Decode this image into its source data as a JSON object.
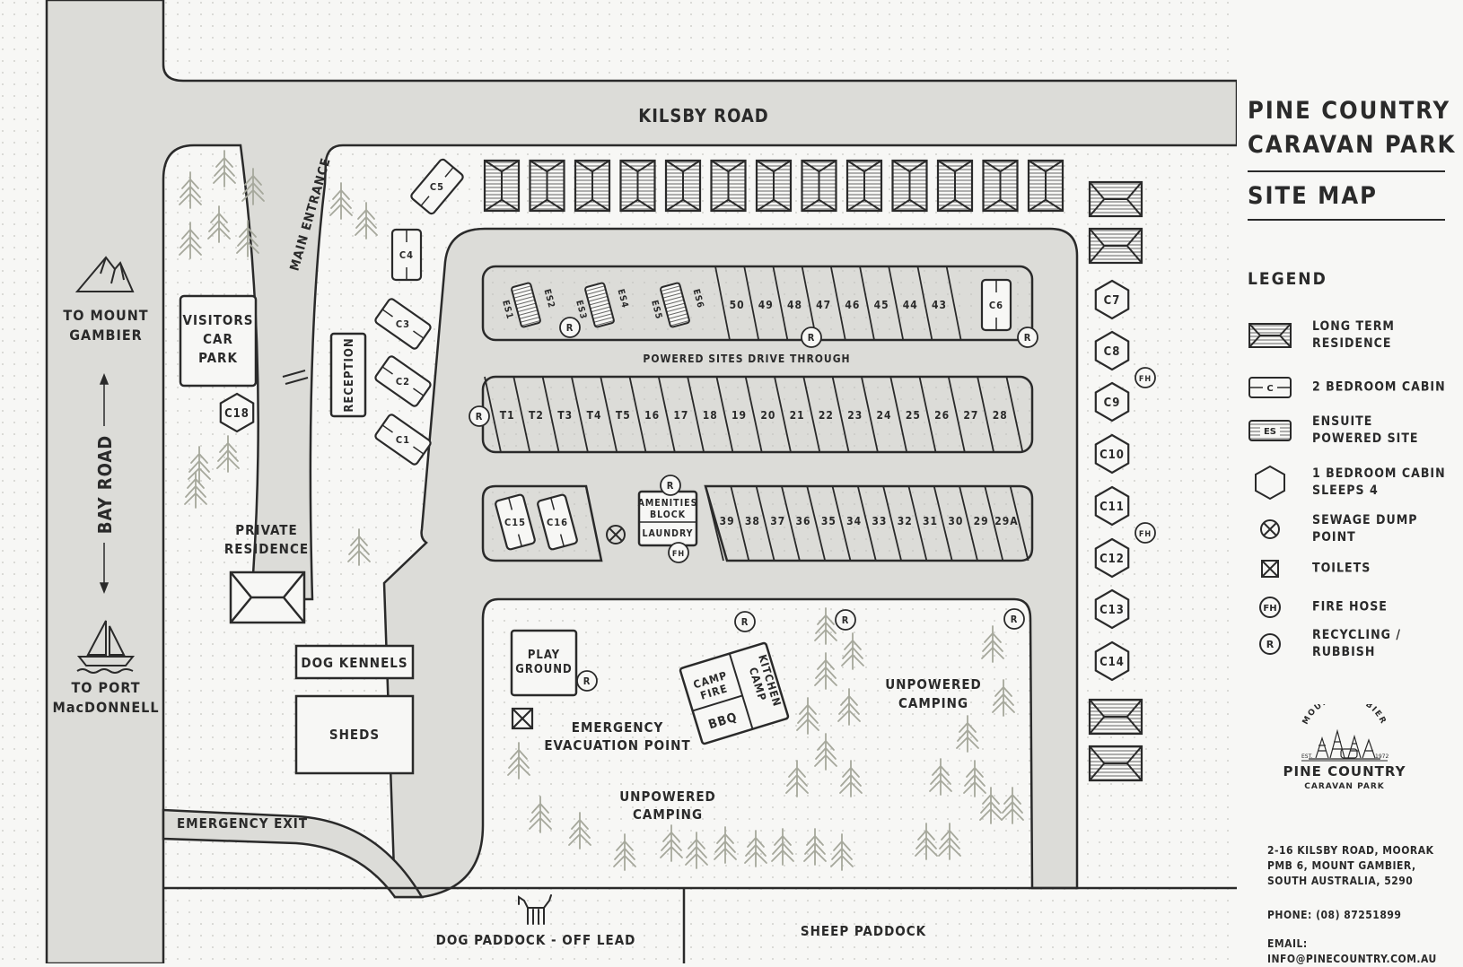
{
  "roads": {
    "kilsby_road": "KILSBY ROAD",
    "bay_road": "BAY ROAD",
    "main_entrance": "MAIN ENTRANCE",
    "emergency_exit": "EMERGENCY EXIT",
    "powered_sites_drive_through": "POWERED SITES DRIVE THROUGH"
  },
  "directions": {
    "mount_gambier_line1": "TO MOUNT",
    "mount_gambier_line2": "GAMBIER",
    "port_line1": "TO PORT",
    "port_line2": "MacDONNELL"
  },
  "areas": {
    "visitors_car_park": [
      "VISITORS",
      "CAR",
      "PARK"
    ],
    "reception": "RECEPTION",
    "private_residence": [
      "PRIVATE",
      "RESIDENCE"
    ],
    "dog_kennels": "DOG KENNELS",
    "sheds": "SHEDS",
    "play_ground": [
      "PLAY",
      "GROUND"
    ],
    "emergency_evacuation_point": [
      "EMERGENCY",
      "EVACUATION POINT"
    ],
    "unpowered_camping": [
      "UNPOWERED",
      "CAMPING"
    ],
    "camp_fire": [
      "CAMP",
      "FIRE"
    ],
    "camp_kitchen": [
      "CAMP",
      "KITCHEN"
    ],
    "bbq": "BBQ",
    "amenities": [
      "AMENITIES",
      "BLOCK",
      "LAUNDRY"
    ],
    "dog_paddock": "DOG PADDOCK - OFF LEAD",
    "sheep_paddock": "SHEEP PADDOCK"
  },
  "sites": {
    "row1_ensuite": [
      "ES1",
      "ES2",
      "ES3",
      "ES4",
      "ES5",
      "ES6"
    ],
    "row1_powered": [
      "50",
      "49",
      "48",
      "47",
      "46",
      "45",
      "44",
      "43"
    ],
    "row2": [
      "T1",
      "T2",
      "T3",
      "T4",
      "T5",
      "16",
      "17",
      "18",
      "19",
      "20",
      "21",
      "22",
      "23",
      "24",
      "25",
      "26",
      "27",
      "28"
    ],
    "row3": [
      "39",
      "38",
      "37",
      "36",
      "35",
      "34",
      "33",
      "32",
      "31",
      "30",
      "29",
      "29A"
    ]
  },
  "cabins": {
    "two_bedroom": [
      "C1",
      "C2",
      "C3",
      "C4",
      "C5",
      "C6",
      "C15",
      "C16"
    ],
    "one_bedroom": [
      "C7",
      "C8",
      "C9",
      "C10",
      "C11",
      "C12",
      "C13",
      "C14",
      "C18"
    ]
  },
  "markers": {
    "recycling": "R",
    "fire_hose": "FH",
    "cabin_symbol": "C",
    "ensuite_symbol": "ES"
  },
  "panel": {
    "title_line1": "PINE COUNTRY",
    "title_line2": "CARAVAN PARK",
    "subtitle": "SITE MAP",
    "legend_heading": "LEGEND",
    "legend": [
      {
        "icon": "long-term-residence-icon",
        "label": "LONG TERM\nRESIDENCE"
      },
      {
        "icon": "two-bedroom-cabin-icon",
        "label": "2 BEDROOM CABIN"
      },
      {
        "icon": "ensuite-site-icon",
        "label": "ENSUITE\nPOWERED SITE"
      },
      {
        "icon": "one-bedroom-cabin-icon",
        "label": "1 BEDROOM CABIN\nSLEEPS 4"
      },
      {
        "icon": "sewage-dump-icon",
        "label": "SEWAGE DUMP POINT"
      },
      {
        "icon": "toilets-icon",
        "label": "TOILETS"
      },
      {
        "icon": "fire-hose-icon",
        "label": "FIRE HOSE"
      },
      {
        "icon": "recycling-icon",
        "label": "RECYCLING / RUBBISH"
      }
    ],
    "brand": {
      "arc_text": "MOUNT GAMBIER",
      "est": "EST.",
      "year": "1972",
      "name": "PINE COUNTRY",
      "sub": "CARAVAN PARK"
    },
    "address": "2-16 KILSBY ROAD, MOORAK\nPMB 6, MOUNT GAMBIER,\nSOUTH AUSTRALIA, 5290",
    "phone": "PHONE: (08) 87251899",
    "email": "EMAIL: INFO@PINECOUNTRY.COM.AU"
  },
  "colors": {
    "road": "#dcdcd8",
    "ink": "#2a2a2a",
    "tree": "#a6a89c",
    "paper": "#f7f7f5"
  }
}
